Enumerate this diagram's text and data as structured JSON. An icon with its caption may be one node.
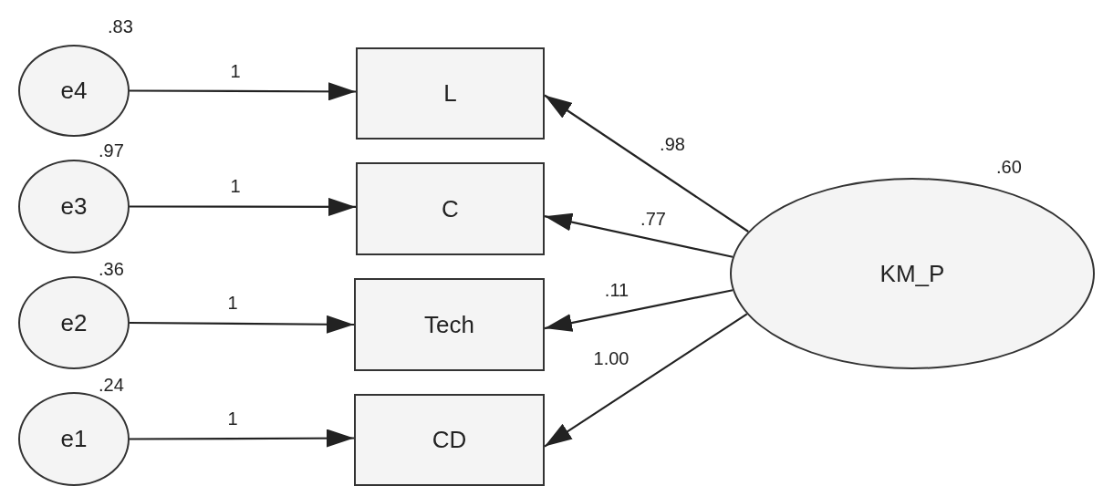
{
  "diagram": {
    "nodes": [
      {
        "text": [
          "e4"
        ],
        "beside": [
          ".83"
        ]
      },
      {
        "text": [
          "L"
        ]
      },
      {
        "text": [
          "e3"
        ],
        "beside": [
          ".97"
        ]
      },
      {
        "text": [
          "C"
        ]
      },
      {
        "text": [
          "e2"
        ],
        "beside": [
          ".36"
        ]
      },
      {
        "text": [
          "Tech"
        ]
      },
      {
        "text": [
          "e1"
        ],
        "beside": [
          ".24"
        ]
      },
      {
        "text": [
          "CD"
        ]
      },
      {
        "text": [
          "KM_P"
        ],
        "beside": [
          ".60"
        ]
      }
    ],
    "edges": [
      {
        "from": 0,
        "to": 1,
        "arrow": "to",
        "label": "1"
      },
      {
        "from": 2,
        "to": 3,
        "arrow": "to",
        "label": "1"
      },
      {
        "from": 4,
        "to": 5,
        "arrow": "to",
        "label": "1"
      },
      {
        "from": 6,
        "to": 7,
        "arrow": "to",
        "label": "1"
      },
      {
        "from": 8,
        "to": 1,
        "arrow": "to",
        "label": ".98"
      },
      {
        "from": 8,
        "to": 3,
        "arrow": "to",
        "label": ".77"
      },
      {
        "from": 8,
        "to": 5,
        "arrow": "to",
        "label": ".11"
      },
      {
        "from": 8,
        "to": 7,
        "arrow": "to",
        "label": "1.00"
      }
    ]
  }
}
